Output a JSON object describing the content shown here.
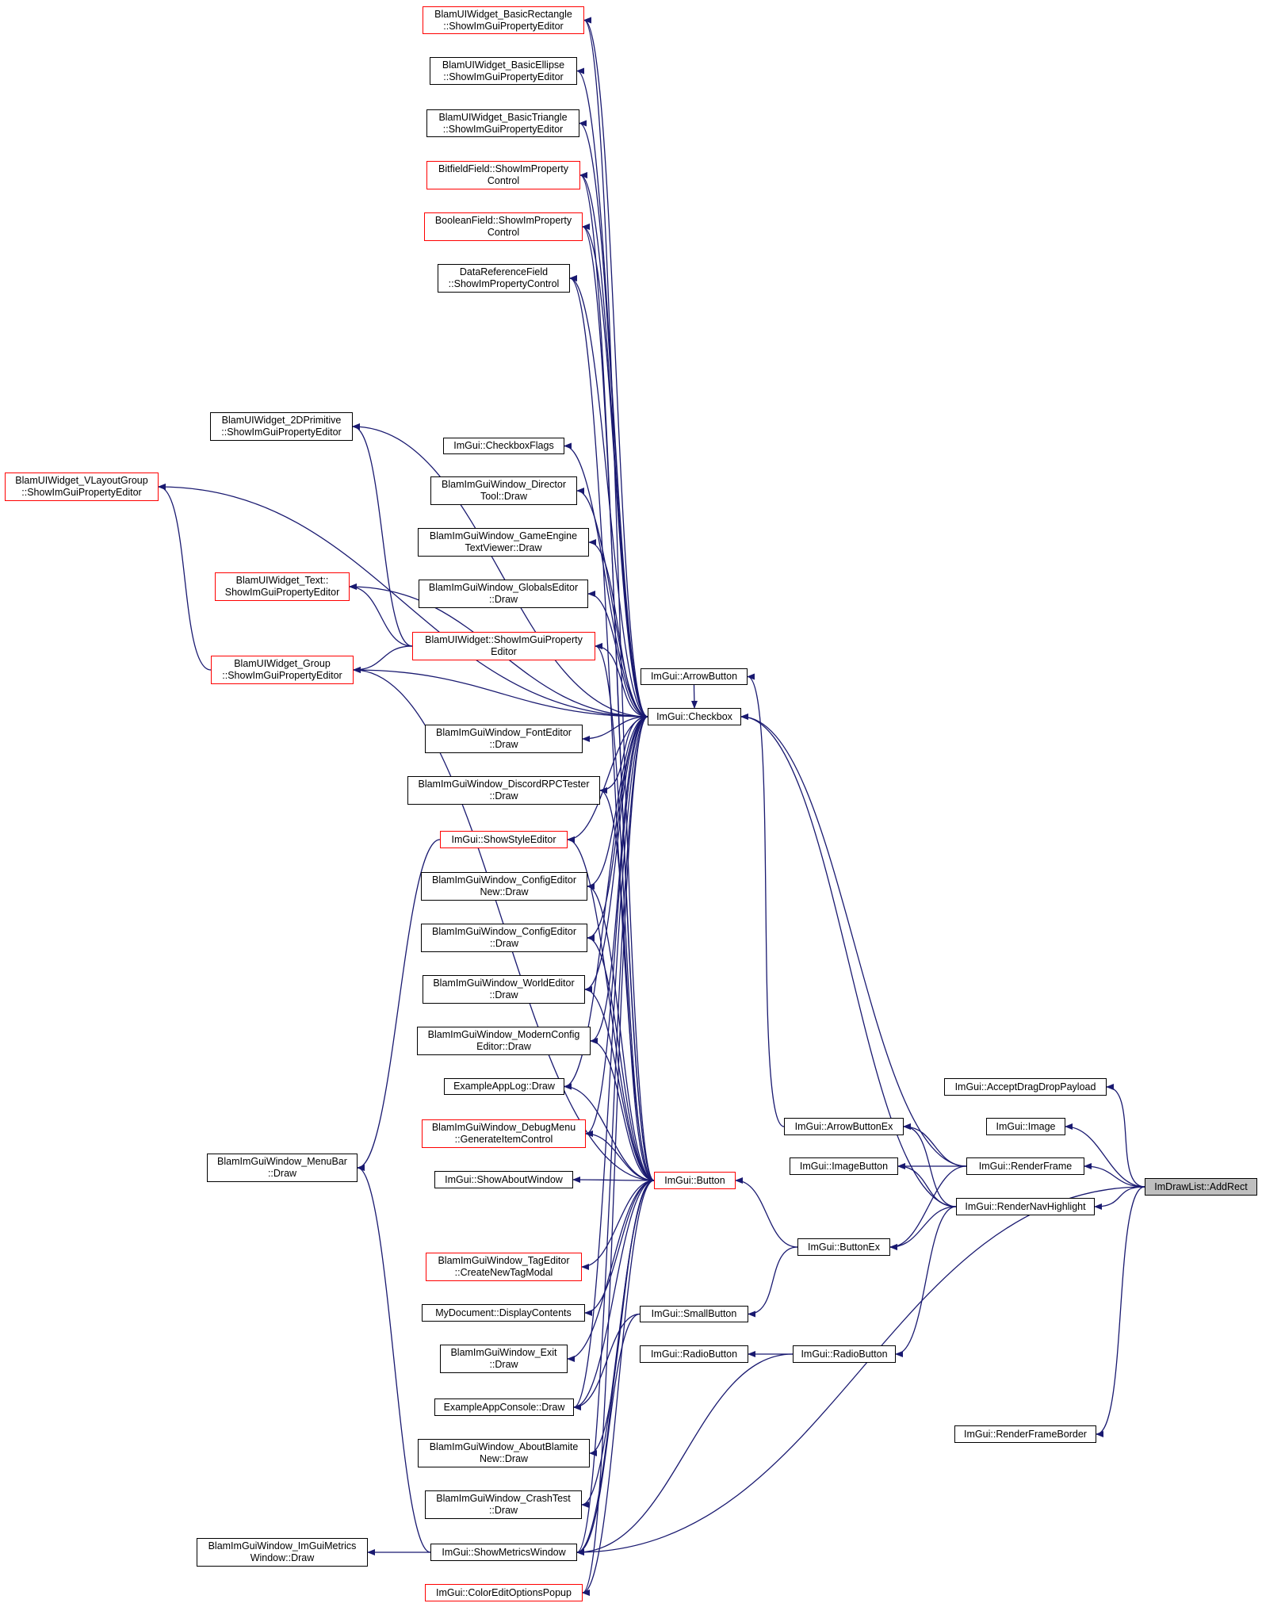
{
  "colors": {
    "edge": "#191970",
    "border_default": "#000000",
    "border_truncated": "#ff0000",
    "root_fill": "#bfbfbf"
  },
  "nodes": [
    {
      "id": "basic_rect",
      "lines": [
        "BlamUIWidget_BasicRectangle",
        "::ShowImGuiPropertyEditor"
      ],
      "red": true
    },
    {
      "id": "basic_ellipse",
      "lines": [
        "BlamUIWidget_BasicEllipse",
        "::ShowImGuiPropertyEditor"
      ],
      "red": false
    },
    {
      "id": "basic_triangle",
      "lines": [
        "BlamUIWidget_BasicTriangle",
        "::ShowImGuiPropertyEditor"
      ],
      "red": false
    },
    {
      "id": "bitfield",
      "lines": [
        "BitfieldField::ShowImProperty",
        "Control"
      ],
      "red": true
    },
    {
      "id": "boolean",
      "lines": [
        "BooleanField::ShowImProperty",
        "Control"
      ],
      "red": true
    },
    {
      "id": "dataref",
      "lines": [
        "DataReferenceField",
        "::ShowImPropertyControl"
      ],
      "red": false
    },
    {
      "id": "prim2d",
      "lines": [
        "BlamUIWidget_2DPrimitive",
        "::ShowImGuiPropertyEditor"
      ],
      "red": false
    },
    {
      "id": "vlayout",
      "lines": [
        "BlamUIWidget_VLayoutGroup",
        "::ShowImGuiPropertyEditor"
      ],
      "red": true
    },
    {
      "id": "checkboxflags",
      "lines": [
        "ImGui::CheckboxFlags"
      ],
      "red": false
    },
    {
      "id": "director",
      "lines": [
        "BlamImGuiWindow_Director",
        "Tool::Draw"
      ],
      "red": false
    },
    {
      "id": "gameengine",
      "lines": [
        "BlamImGuiWindow_GameEngine",
        "TextViewer::Draw"
      ],
      "red": false
    },
    {
      "id": "text",
      "lines": [
        "BlamUIWidget_Text::",
        "ShowImGuiPropertyEditor"
      ],
      "red": true
    },
    {
      "id": "globals",
      "lines": [
        "BlamImGuiWindow_GlobalsEditor",
        "::Draw"
      ],
      "red": false
    },
    {
      "id": "uiwidget",
      "lines": [
        "BlamUIWidget::ShowImGuiProperty",
        "Editor"
      ],
      "red": true
    },
    {
      "id": "group",
      "lines": [
        "BlamUIWidget_Group",
        "::ShowImGuiPropertyEditor"
      ],
      "red": true
    },
    {
      "id": "arrowbutton",
      "lines": [
        "ImGui::ArrowButton"
      ],
      "red": false
    },
    {
      "id": "checkbox",
      "lines": [
        "ImGui::Checkbox"
      ],
      "red": false
    },
    {
      "id": "fonteditor",
      "lines": [
        "BlamImGuiWindow_FontEditor",
        "::Draw"
      ],
      "red": false
    },
    {
      "id": "discord",
      "lines": [
        "BlamImGuiWindow_DiscordRPCTester",
        "::Draw"
      ],
      "red": false
    },
    {
      "id": "styleeditor",
      "lines": [
        "ImGui::ShowStyleEditor"
      ],
      "red": true
    },
    {
      "id": "confignew",
      "lines": [
        "BlamImGuiWindow_ConfigEditor",
        "New::Draw"
      ],
      "red": false
    },
    {
      "id": "config",
      "lines": [
        "BlamImGuiWindow_ConfigEditor",
        "::Draw"
      ],
      "red": false
    },
    {
      "id": "world",
      "lines": [
        "BlamImGuiWindow_WorldEditor",
        "::Draw"
      ],
      "red": false
    },
    {
      "id": "modern",
      "lines": [
        "BlamImGuiWindow_ModernConfig",
        "Editor::Draw"
      ],
      "red": false
    },
    {
      "id": "applog",
      "lines": [
        "ExampleAppLog::Draw"
      ],
      "red": false
    },
    {
      "id": "acceptdrag",
      "lines": [
        "ImGui::AcceptDragDropPayload"
      ],
      "red": false
    },
    {
      "id": "arrowbuttonex",
      "lines": [
        "ImGui::ArrowButtonEx"
      ],
      "red": false
    },
    {
      "id": "image",
      "lines": [
        "ImGui::Image"
      ],
      "red": false
    },
    {
      "id": "debugmenu",
      "lines": [
        "BlamImGuiWindow_DebugMenu",
        "::GenerateItemControl"
      ],
      "red": true
    },
    {
      "id": "imagebutton",
      "lines": [
        "ImGui::ImageButton"
      ],
      "red": false
    },
    {
      "id": "renderframe",
      "lines": [
        "ImGui::RenderFrame"
      ],
      "red": false
    },
    {
      "id": "menubar",
      "lines": [
        "BlamImGuiWindow_MenuBar",
        "::Draw"
      ],
      "red": false
    },
    {
      "id": "about",
      "lines": [
        "ImGui::ShowAboutWindow"
      ],
      "red": false
    },
    {
      "id": "button",
      "lines": [
        "ImGui::Button"
      ],
      "red": true
    },
    {
      "id": "addrect",
      "lines": [
        "ImDrawList::AddRect"
      ],
      "red": false,
      "root": true
    },
    {
      "id": "navhighlight",
      "lines": [
        "ImGui::RenderNavHighlight"
      ],
      "red": false
    },
    {
      "id": "buttonex",
      "lines": [
        "ImGui::ButtonEx"
      ],
      "red": false
    },
    {
      "id": "tageditor",
      "lines": [
        "BlamImGuiWindow_TagEditor",
        "::CreateNewTagModal"
      ],
      "red": true
    },
    {
      "id": "mydocument",
      "lines": [
        "MyDocument::DisplayContents"
      ],
      "red": false
    },
    {
      "id": "smallbutton",
      "lines": [
        "ImGui::SmallButton"
      ],
      "red": false
    },
    {
      "id": "exit",
      "lines": [
        "BlamImGuiWindow_Exit",
        "::Draw"
      ],
      "red": false
    },
    {
      "id": "radiobutton2",
      "lines": [
        "ImGui::RadioButton"
      ],
      "red": false
    },
    {
      "id": "radiobutton",
      "lines": [
        "ImGui::RadioButton"
      ],
      "red": false
    },
    {
      "id": "console",
      "lines": [
        "ExampleAppConsole::Draw"
      ],
      "red": false
    },
    {
      "id": "frameborder",
      "lines": [
        "ImGui::RenderFrameBorder"
      ],
      "red": false
    },
    {
      "id": "aboutblamite",
      "lines": [
        "BlamImGuiWindow_AboutBlamite",
        "New::Draw"
      ],
      "red": false
    },
    {
      "id": "crashtest",
      "lines": [
        "BlamImGuiWindow_CrashTest",
        "::Draw"
      ],
      "red": false
    },
    {
      "id": "metricswin",
      "lines": [
        "BlamImGuiWindow_ImGuiMetrics",
        "Window::Draw"
      ],
      "red": false
    },
    {
      "id": "showmetrics",
      "lines": [
        "ImGui::ShowMetricsWindow"
      ],
      "red": false
    },
    {
      "id": "coloredit",
      "lines": [
        "ImGui::ColorEditOptionsPopup"
      ],
      "red": true
    }
  ],
  "edges": [
    {
      "from": "checkbox",
      "to": "basic_rect"
    },
    {
      "from": "checkbox",
      "to": "basic_ellipse"
    },
    {
      "from": "checkbox",
      "to": "basic_triangle"
    },
    {
      "from": "checkbox",
      "to": "bitfield"
    },
    {
      "from": "checkbox",
      "to": "boolean"
    },
    {
      "from": "checkbox",
      "to": "dataref"
    },
    {
      "from": "checkbox",
      "to": "prim2d"
    },
    {
      "from": "checkbox",
      "to": "vlayout"
    },
    {
      "from": "checkbox",
      "to": "checkboxflags"
    },
    {
      "from": "checkbox",
      "to": "director"
    },
    {
      "from": "checkbox",
      "to": "gameengine"
    },
    {
      "from": "checkbox",
      "to": "text"
    },
    {
      "from": "checkbox",
      "to": "globals"
    },
    {
      "from": "checkbox",
      "to": "uiwidget"
    },
    {
      "from": "checkbox",
      "to": "group"
    },
    {
      "from": "checkbox",
      "to": "fonteditor"
    },
    {
      "from": "checkbox",
      "to": "discord"
    },
    {
      "from": "checkbox",
      "to": "styleeditor"
    },
    {
      "from": "checkbox",
      "to": "confignew"
    },
    {
      "from": "checkbox",
      "to": "config"
    },
    {
      "from": "checkbox",
      "to": "world"
    },
    {
      "from": "checkbox",
      "to": "modern"
    },
    {
      "from": "checkbox",
      "to": "applog"
    },
    {
      "from": "checkbox",
      "to": "debugmenu"
    },
    {
      "from": "checkbox",
      "to": "console"
    },
    {
      "from": "checkbox",
      "to": "showmetrics"
    },
    {
      "from": "checkbox",
      "to": "coloredit"
    },
    {
      "from": "arrowbutton",
      "to": "checkbox"
    },
    {
      "from": "button",
      "to": "basic_rect"
    },
    {
      "from": "button",
      "to": "bitfield"
    },
    {
      "from": "button",
      "to": "boolean"
    },
    {
      "from": "button",
      "to": "dataref"
    },
    {
      "from": "button",
      "to": "uiwidget"
    },
    {
      "from": "button",
      "to": "group"
    },
    {
      "from": "button",
      "to": "discord"
    },
    {
      "from": "button",
      "to": "styleeditor"
    },
    {
      "from": "button",
      "to": "confignew"
    },
    {
      "from": "button",
      "to": "config"
    },
    {
      "from": "button",
      "to": "world"
    },
    {
      "from": "button",
      "to": "modern"
    },
    {
      "from": "button",
      "to": "applog"
    },
    {
      "from": "button",
      "to": "debugmenu"
    },
    {
      "from": "button",
      "to": "about"
    },
    {
      "from": "button",
      "to": "tageditor"
    },
    {
      "from": "button",
      "to": "mydocument"
    },
    {
      "from": "button",
      "to": "exit"
    },
    {
      "from": "button",
      "to": "console"
    },
    {
      "from": "button",
      "to": "aboutblamite"
    },
    {
      "from": "button",
      "to": "crashtest"
    },
    {
      "from": "button",
      "to": "showmetrics"
    },
    {
      "from": "button",
      "to": "coloredit"
    },
    {
      "from": "smallbutton",
      "to": "console"
    },
    {
      "from": "smallbutton",
      "to": "showmetrics"
    },
    {
      "from": "buttonex",
      "to": "button"
    },
    {
      "from": "buttonex",
      "to": "smallbutton"
    },
    {
      "from": "arrowbuttonex",
      "to": "arrowbutton"
    },
    {
      "from": "radiobutton",
      "to": "radiobutton2"
    },
    {
      "from": "radiobutton",
      "to": "showmetrics"
    },
    {
      "from": "renderframe",
      "to": "arrowbuttonex"
    },
    {
      "from": "renderframe",
      "to": "imagebutton"
    },
    {
      "from": "renderframe",
      "to": "checkbox"
    },
    {
      "from": "renderframe",
      "to": "buttonex"
    },
    {
      "from": "navhighlight",
      "to": "arrowbuttonex"
    },
    {
      "from": "navhighlight",
      "to": "imagebutton"
    },
    {
      "from": "navhighlight",
      "to": "checkbox"
    },
    {
      "from": "navhighlight",
      "to": "buttonex"
    },
    {
      "from": "navhighlight",
      "to": "radiobutton"
    },
    {
      "from": "styleeditor",
      "to": "menubar"
    },
    {
      "from": "showmetrics",
      "to": "metricswin"
    },
    {
      "from": "showmetrics",
      "to": "menubar"
    },
    {
      "from": "uiwidget",
      "to": "prim2d"
    },
    {
      "from": "uiwidget",
      "to": "text"
    },
    {
      "from": "uiwidget",
      "to": "group"
    },
    {
      "from": "group",
      "to": "vlayout"
    },
    {
      "from": "addrect",
      "to": "acceptdrag"
    },
    {
      "from": "addrect",
      "to": "image"
    },
    {
      "from": "addrect",
      "to": "renderframe"
    },
    {
      "from": "addrect",
      "to": "navhighlight"
    },
    {
      "from": "addrect",
      "to": "frameborder"
    },
    {
      "from": "addrect",
      "to": "showmetrics"
    }
  ]
}
